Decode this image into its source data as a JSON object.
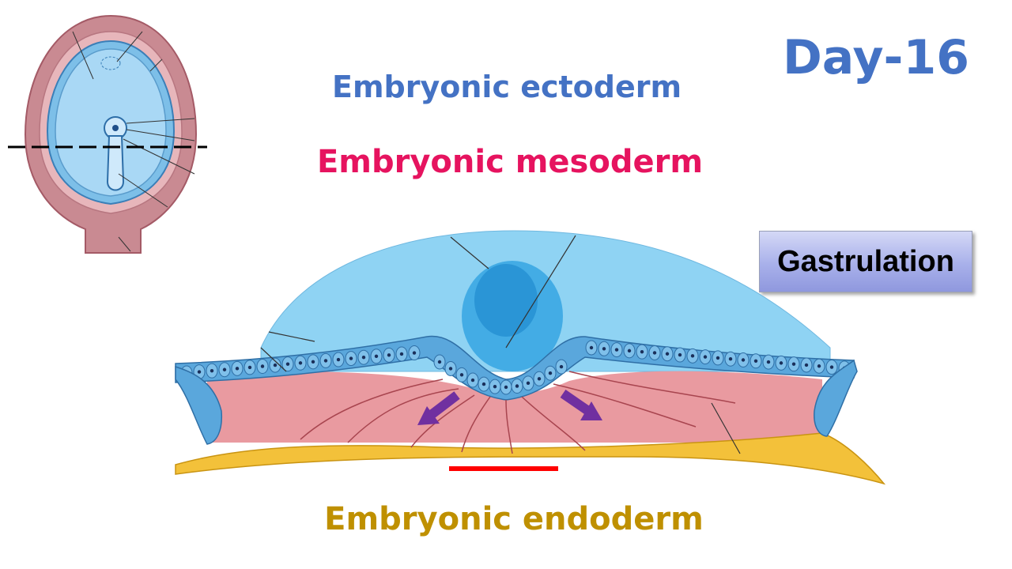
{
  "labels": {
    "ectoderm": "Embryonic ectoderm",
    "mesoderm": "Embryonic mesoderm",
    "endoderm": "Embryonic endoderm",
    "day": "Day-16",
    "process": "Gastrulation"
  },
  "colors": {
    "ectoderm_text": "#4472c4",
    "mesoderm_text": "#e6135f",
    "endoderm_text": "#bf9000",
    "day_text": "#4472c4",
    "amnion": "#8fd3f3",
    "ectoderm_cells": "#5aa7dc",
    "mesoderm_tissue": "#e99aa0",
    "endoderm_cells": "#f3c13a",
    "arrow": "#7030a0",
    "primitive_streak_marker": "#ff0000"
  },
  "icons": {
    "migration_arrows": "arrow-icon",
    "primitive_streak": "red-line-marker"
  }
}
